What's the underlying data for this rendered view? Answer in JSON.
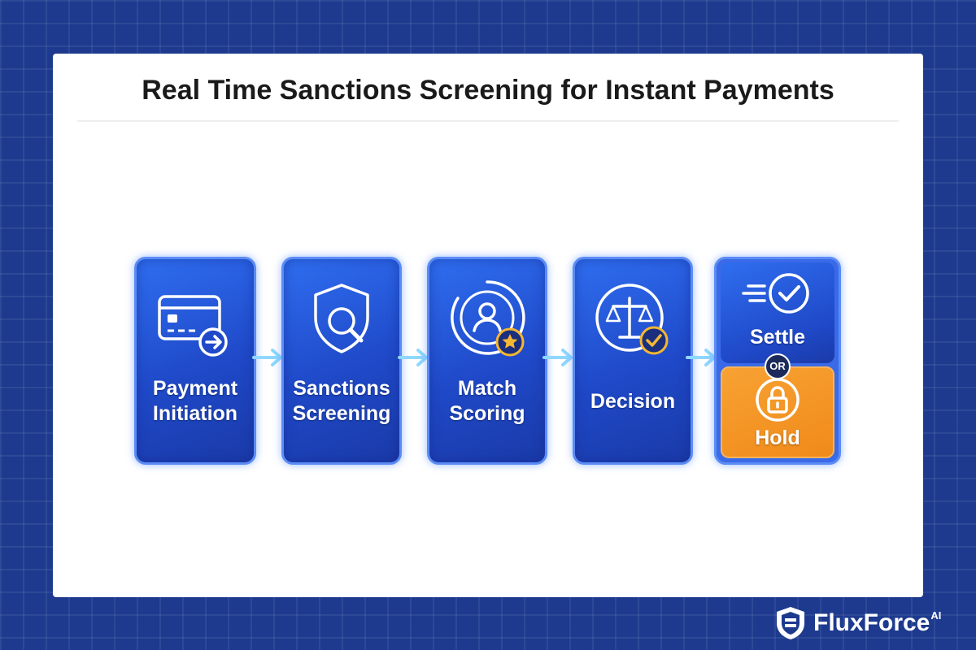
{
  "title": "Real Time Sanctions Screening for Instant Payments",
  "steps": [
    {
      "line1": "Payment",
      "line2": "Initiation",
      "icon": "credit-card-arrow-icon"
    },
    {
      "line1": "Sanctions",
      "line2": "Screening",
      "icon": "shield-search-icon"
    },
    {
      "line1": "Match",
      "line2": "Scoring",
      "icon": "target-user-star-icon"
    },
    {
      "line1": "Decision",
      "icon": "scales-check-icon"
    }
  ],
  "outcome": {
    "settle_label": "Settle",
    "or_label": "OR",
    "hold_label": "Hold"
  },
  "brand": {
    "name": "FluxForce",
    "suffix": "AI"
  },
  "colors": {
    "background": "#1d3a8e",
    "step_blue": "#1f49c8",
    "step_border": "#5b8cf5",
    "hold_orange": "#f08a1a",
    "accent_gold": "#f5b731"
  }
}
